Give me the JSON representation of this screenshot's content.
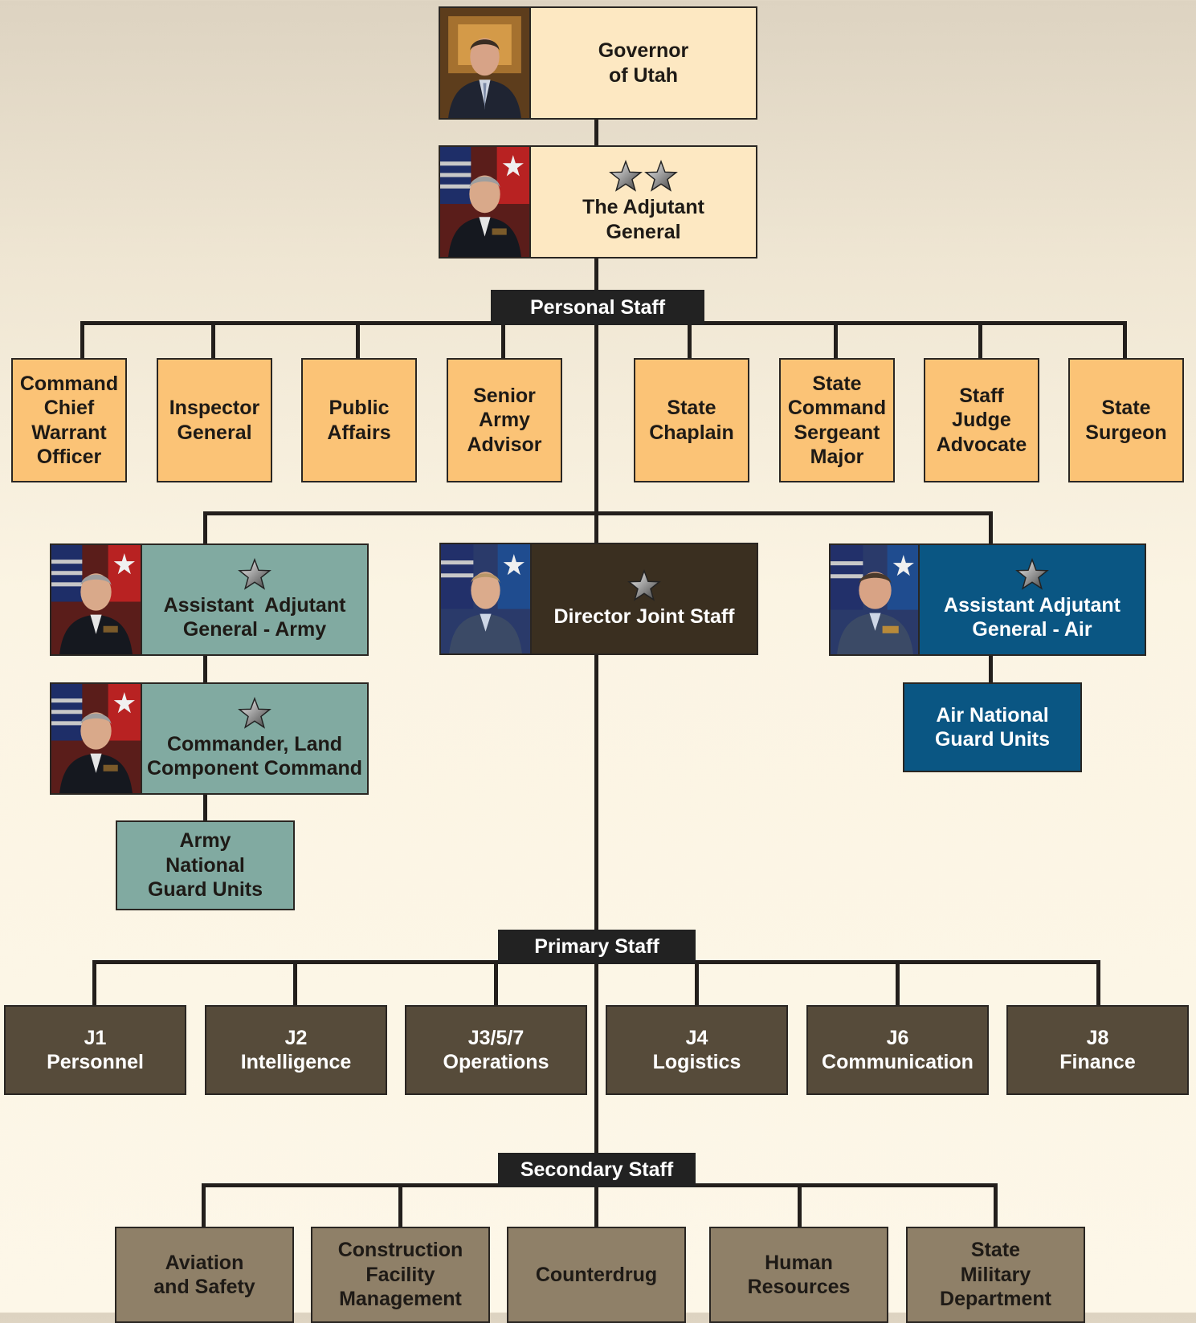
{
  "top": {
    "governor": "Governor\nof Utah",
    "adjutant": "The Adjutant\nGeneral"
  },
  "headers": {
    "personal": "Personal Staff",
    "primary": "Primary Staff",
    "secondary": "Secondary Staff"
  },
  "personal_staff": [
    "Command\nChief\nWarrant\nOfficer",
    "Inspector\nGeneral",
    "Public\nAffairs",
    "Senior\nArmy\nAdvisor",
    "State\nChaplain",
    "State\nCommand\nSergeant\nMajor",
    "Staff\nJudge\nAdvocate",
    "State\nSurgeon"
  ],
  "commands": {
    "aag_army": "Assistant  Adjutant\nGeneral - Army",
    "director": "Director Joint Staff",
    "aag_air": "Assistant Adjutant\nGeneral - Air",
    "land_component": "Commander, Land\nComponent Command",
    "army_units": "Army\nNational\nGuard Units",
    "air_units": "Air National\nGuard Units"
  },
  "primary_staff": [
    "J1\nPersonnel",
    "J2\nIntelligence",
    "J3/5/7\nOperations",
    "J4\nLogistics",
    "J6\nCommunication",
    "J8\nFinance"
  ],
  "secondary_staff": [
    "Aviation\nand Safety",
    "Construction\nFacility\nManagement",
    "Counterdrug",
    "Human\nResources",
    "State\nMilitary\nDepartment"
  ],
  "colors": {
    "cream": "#fde8c2",
    "orange": "#fbc376",
    "teal": "#81aaa1",
    "dark_brown": "#3a2f20",
    "blue": "#0a5683",
    "primary_brown": "#564b3a",
    "secondary_tan": "#8f8068",
    "header_black": "#222222"
  },
  "icons": {
    "rank_star": "star-icon",
    "portrait": "portrait-photo"
  }
}
